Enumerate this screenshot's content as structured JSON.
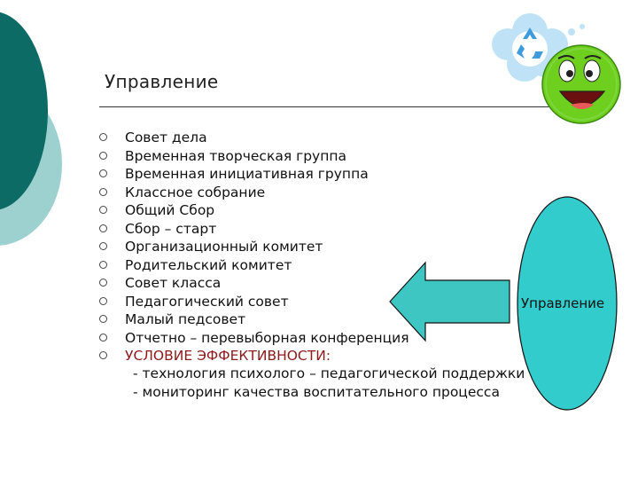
{
  "slide": {
    "title": "Управление",
    "items": [
      "Совет дела",
      "Временная творческая группа",
      "Временная инициативная группа",
      "Классное собрание",
      "Общий Сбор",
      "Сбор – старт",
      "Организационный комитет",
      "Родительский комитет",
      "Совет класса",
      "Педагогический совет",
      "Малый педсовет",
      "Отчетно – перевыборная конференция",
      "УСЛОВИЕ ЭФФЕКТИВНОСТИ:"
    ],
    "sub_items": [
      "- технология психолого – педагогической поддержки",
      "- мониторинг качества воспитательного процесса"
    ],
    "oval_label": "Управление"
  },
  "colors": {
    "dark_teal": "#0d6b66",
    "light_teal": "#9cd1cf",
    "oval_fill": "#33cccc",
    "arrow_fill": "#3ec6c3",
    "accent_text": "#8b1a1a",
    "smiley_green": "#6fcf1f"
  },
  "icons": {
    "bullet": "hollow-circle-bullet-icon",
    "recycle": "recycle-cloud-icon",
    "smiley": "smiley-face-icon",
    "arrow": "left-arrow-icon"
  }
}
